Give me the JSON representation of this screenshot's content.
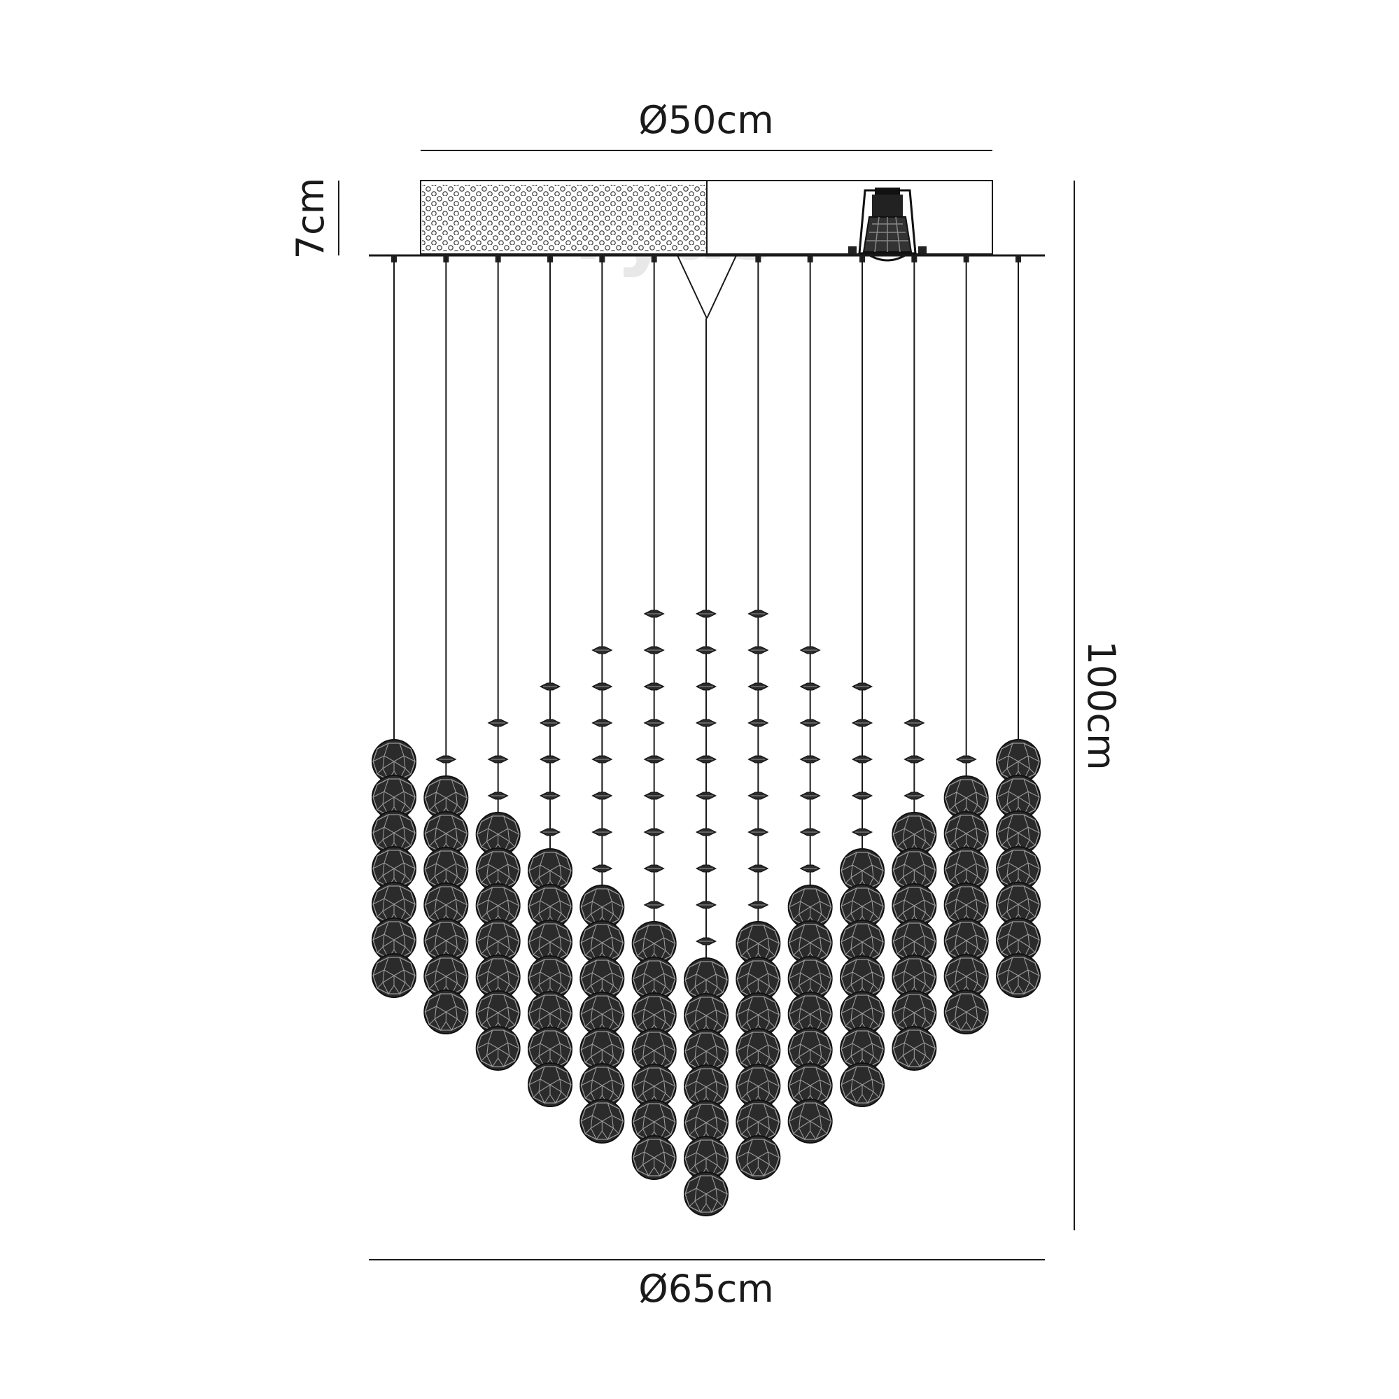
{
  "dimensions": {
    "top_diameter": "Ø50cm",
    "canopy_height": "7cm",
    "total_height": "100cm",
    "bottom_diameter": "Ø65cm"
  },
  "watermark": "ryas",
  "drops": [
    {
      "balls": 7,
      "beads": 0
    },
    {
      "balls": 7,
      "beads": 1
    },
    {
      "balls": 7,
      "beads": 3
    },
    {
      "balls": 7,
      "beads": 5
    },
    {
      "balls": 7,
      "beads": 7
    },
    {
      "balls": 7,
      "beads": 9
    },
    {
      "balls": 7,
      "beads": 10
    },
    {
      "balls": 7,
      "beads": 9
    },
    {
      "balls": 7,
      "beads": 7
    },
    {
      "balls": 7,
      "beads": 5
    },
    {
      "balls": 7,
      "beads": 3
    },
    {
      "balls": 7,
      "beads": 1
    },
    {
      "balls": 7,
      "beads": 0
    }
  ],
  "colors": {
    "line": "#1a1a1a",
    "ball_fill": "#2a2a2a"
  }
}
